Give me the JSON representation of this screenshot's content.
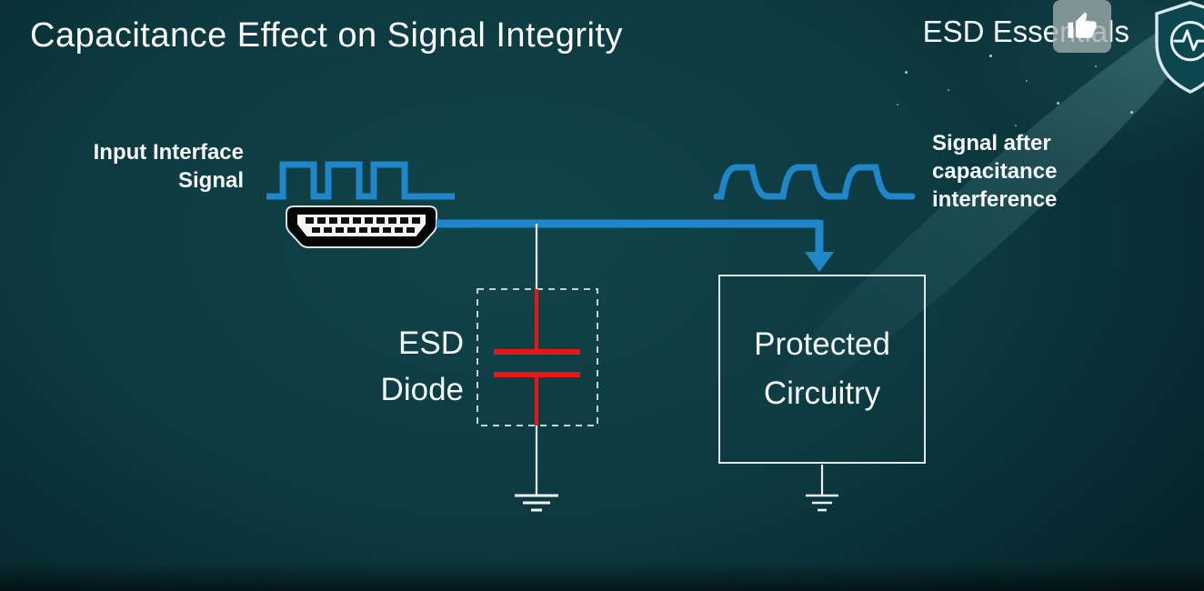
{
  "title": "Capacitance Effect on Signal Integrity",
  "brand": {
    "name": "ESD Essentials"
  },
  "labels": {
    "input_signal": {
      "line1": "Input Interface",
      "line2": "Signal"
    },
    "output_signal": {
      "line1": "Signal after",
      "line2": "capacitance",
      "line3": "interference"
    },
    "esd_diode": {
      "line1": "ESD",
      "line2": "Diode"
    },
    "protected_circuitry": {
      "line1": "Protected",
      "line2": "Circuitry"
    }
  },
  "icons": {
    "thumbs_up": "thumbs-up-icon",
    "shield": "shield-heartbeat-icon",
    "hdmi": "hdmi-connector-icon"
  },
  "colors": {
    "background_center": "#114449",
    "background_edge": "#031a1f",
    "signal_blue": "#1f86c9",
    "capacitor_red": "#e81616",
    "text": "#f4f8f8",
    "box_border": "#dfe9e9"
  }
}
